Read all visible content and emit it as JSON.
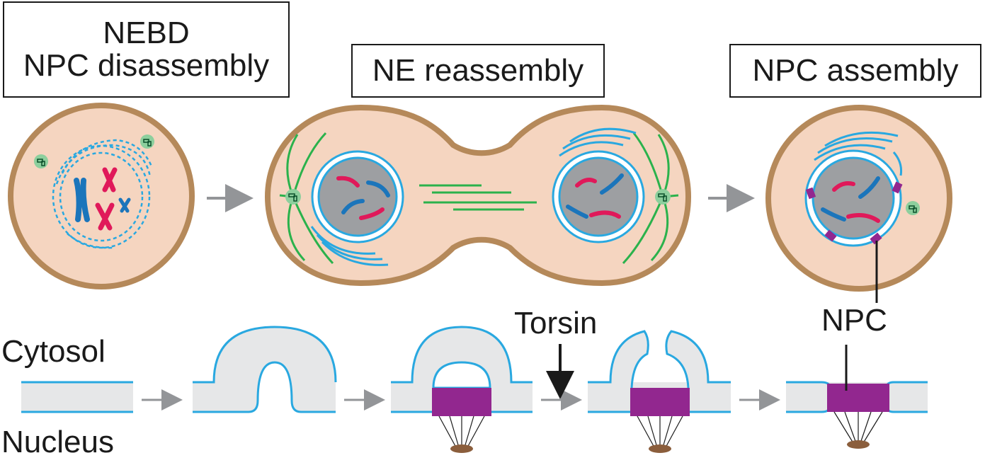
{
  "panels": {
    "nebd": {
      "line1": "NEBD",
      "line2": "NPC disassembly"
    },
    "ne_reassembly": {
      "title": "NE reassembly"
    },
    "npc_assembly": {
      "title": "NPC assembly"
    }
  },
  "labels": {
    "cytosol": "Cytosol",
    "nucleus": "Nucleus",
    "torsin": "Torsin",
    "npc": "NPC"
  },
  "colors": {
    "cell_fill": "#f5d5c0",
    "cell_border": "#b5895a",
    "membrane": "#29a8e0",
    "lumen": "#e6e7e8",
    "chromatin_bg": "#9d9fa2",
    "chromosome_blue": "#1b75bb",
    "chromosome_red": "#e0195a",
    "microtubule": "#2bb24c",
    "centrosome": "#8dcf9d",
    "npc_purple": "#92278f",
    "basket": "#8b5e3c",
    "arrow": "#939598"
  }
}
